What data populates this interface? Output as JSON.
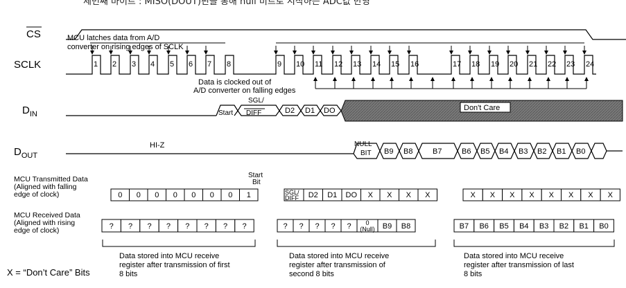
{
  "header_text": "세번째 바이트 : MISO(DOUT)핀을 통해 null 비트로 시작하는 ADC값 반영",
  "signals": {
    "cs": "CS",
    "sclk": "SCLK",
    "din": {
      "main": "D",
      "sub": "IN"
    },
    "dout": {
      "main": "D",
      "sub": "OUT"
    }
  },
  "clock_numbers": [
    "1",
    "2",
    "3",
    "4",
    "5",
    "6",
    "7",
    "8",
    "9",
    "10",
    "11",
    "12",
    "13",
    "14",
    "15",
    "16",
    "17",
    "18",
    "19",
    "20",
    "21",
    "22",
    "23",
    "24"
  ],
  "notes": {
    "latch": [
      "MCU latches data from A/D",
      "converter on rising edges of SCLK"
    ],
    "clocked_out": [
      "Data is clocked out of",
      "A/D converter on falling edges"
    ]
  },
  "din_fields": {
    "start": "Start",
    "sgl": "SGL/",
    "diff": "DIFF",
    "d2": "D2",
    "d1": "D1",
    "d0": "DO",
    "dont_care": "Don't Care"
  },
  "dout_fields": {
    "hiz": "HI-Z",
    "null1": "NULL",
    "null2": "BIT",
    "bits": [
      "B9",
      "B8",
      "B7",
      "B6",
      "B5",
      "B4",
      "B3",
      "B2",
      "B1",
      "B0"
    ]
  },
  "tx": {
    "label": [
      "MCU Transmitted Data",
      "(Aligned with falling",
      "edge of clock)"
    ],
    "start_bit": [
      "Start",
      "Bit"
    ],
    "group1": [
      "0",
      "0",
      "0",
      "0",
      "0",
      "0",
      "0",
      "1"
    ],
    "group2_first": [
      "SGL/",
      "DIFF"
    ],
    "group2": [
      "D2",
      "D1",
      "DO",
      "X",
      "X",
      "X",
      "X"
    ],
    "group3": [
      "X",
      "X",
      "X",
      "X",
      "X",
      "X",
      "X",
      "X"
    ]
  },
  "rx": {
    "label": [
      "MCU Received Data",
      "(Aligned with rising",
      "edge of clock)"
    ],
    "group1": [
      "?",
      "?",
      "?",
      "?",
      "?",
      "?",
      "?",
      "?"
    ],
    "group2": [
      "?",
      "?",
      "?",
      "?",
      "?"
    ],
    "null_cell": [
      "0",
      "(Null)"
    ],
    "group2_tail": [
      "B9",
      "B8"
    ],
    "group3": [
      "B7",
      "B6",
      "B5",
      "B4",
      "B3",
      "B2",
      "B1",
      "B0"
    ]
  },
  "stored": [
    [
      "Data stored into MCU receive",
      "register after transmission of first",
      "8 bits"
    ],
    [
      "Data stored into MCU receive",
      "register after transmission of",
      "second 8 bits"
    ],
    [
      "Data stored into MCU receive",
      "register after transmission of last",
      "8 bits"
    ]
  ],
  "legend": "X = “Don’t Care” Bits",
  "colors": {
    "hatch": "#6e6e6e",
    "line": "#000000"
  }
}
